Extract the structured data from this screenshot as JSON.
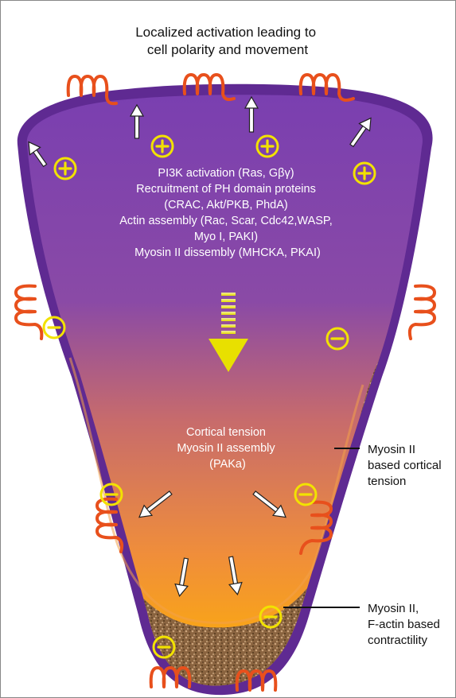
{
  "title": {
    "lines": [
      "Localized activation leading to",
      "cell polarity and movement"
    ]
  },
  "front_text": {
    "lines": [
      "PI3K activation (Ras, Gβγ)",
      "Recruitment of PH domain proteins",
      "(CRAC, Akt/PKB, PhdA)",
      "Actin assembly (Rac, Scar, Cdc42,WASP,",
      "Myo I, PAKI)",
      "Myosin II dissembly (MHCKA, PKAI)"
    ]
  },
  "rear_text": {
    "lines": [
      "Cortical tension",
      "Myosin II assembly",
      "(PAKa)"
    ]
  },
  "labels": {
    "tension": [
      "Myosin II",
      "based cortical",
      "tension"
    ],
    "contractility": [
      "Myosin II,",
      "F-actin based",
      "contractility"
    ]
  },
  "colors": {
    "membrane": "#5f2a92",
    "cytoplasm_top": "#7a3fb0",
    "cytoplasm_bottom": "#ffb000",
    "cortex": "#8a6440",
    "receptor": "#e8501c",
    "signal": "#f2e200",
    "arrow": "#ffffff"
  },
  "icons": [
    "receptor-icon",
    "plus-sign-icon",
    "minus-sign-icon",
    "arrow-icon"
  ]
}
